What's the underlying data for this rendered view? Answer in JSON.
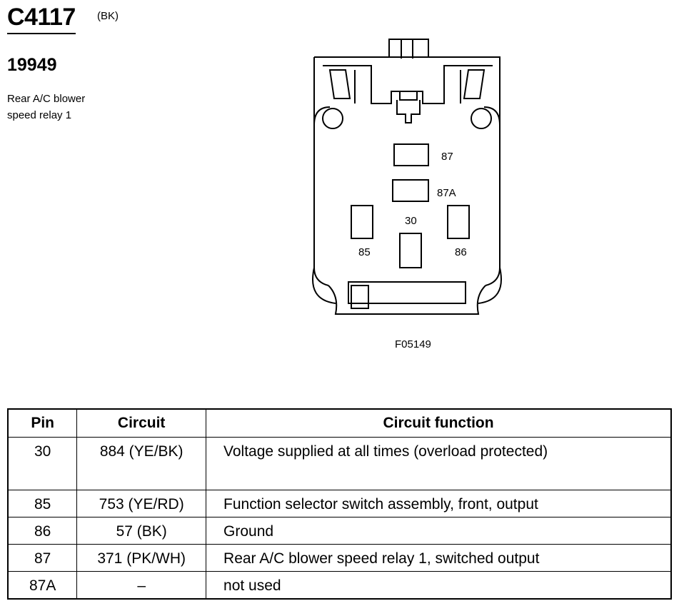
{
  "connector": {
    "id": "C4117",
    "color_code": "(BK)",
    "part_number": "19949",
    "description_lines": [
      "Rear A/C blower",
      "speed relay 1"
    ]
  },
  "diagram": {
    "figure_id": "F05149",
    "pin_labels": {
      "p87": "87",
      "p87a": "87A",
      "p30": "30",
      "p85": "85",
      "p86": "86"
    }
  },
  "table": {
    "headers": {
      "pin": "Pin",
      "circuit": "Circuit",
      "function": "Circuit function"
    },
    "rows": [
      {
        "pin": "30",
        "circuit": "884 (YE/BK)",
        "function": "Voltage supplied at all times (overload protected)"
      },
      {
        "pin": "85",
        "circuit": "753 (YE/RD)",
        "function": "Function selector switch assembly, front, output"
      },
      {
        "pin": "86",
        "circuit": "57 (BK)",
        "function": "Ground"
      },
      {
        "pin": "87",
        "circuit": "371 (PK/WH)",
        "function": "Rear A/C blower speed relay 1, switched output"
      },
      {
        "pin": "87A",
        "circuit": "–",
        "function": "not used"
      }
    ]
  }
}
